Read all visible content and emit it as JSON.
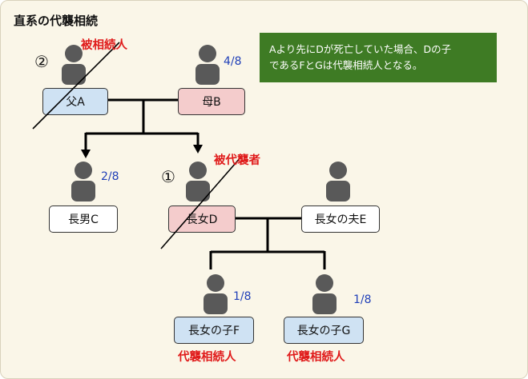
{
  "title": "直系の代襲相続",
  "note": {
    "line1": "Aより先にDが死亡していた場合、Dの子",
    "line2": "であるFとGは代襲相続人となる。"
  },
  "people": {
    "father": {
      "label": "父A",
      "color": "#cfe2f3",
      "tag": "被相続人",
      "marker": "②"
    },
    "mother": {
      "label": "母B",
      "color": "#f4cccc",
      "share": "4/8"
    },
    "eldest_son": {
      "label": "長男C",
      "color": "#ffffff",
      "share": "2/8"
    },
    "eldest_daughter": {
      "label": "長女D",
      "color": "#f4cccc",
      "tag": "被代襲者",
      "marker": "①"
    },
    "daughter_husband": {
      "label": "長女の夫E",
      "color": "#ffffff"
    },
    "child_f": {
      "label": "長女の子F",
      "color": "#cfe2f3",
      "share": "1/8",
      "tag": "代襲相続人"
    },
    "child_g": {
      "label": "長女の子G",
      "color": "#cfe2f3",
      "share": "1/8",
      "tag": "代襲相続人"
    }
  },
  "colors": {
    "line": "#000000",
    "figure": "#595959",
    "accent_red": "#e01b1b",
    "share_blue": "#1f3fb8",
    "note_bg": "#3e7b24"
  }
}
